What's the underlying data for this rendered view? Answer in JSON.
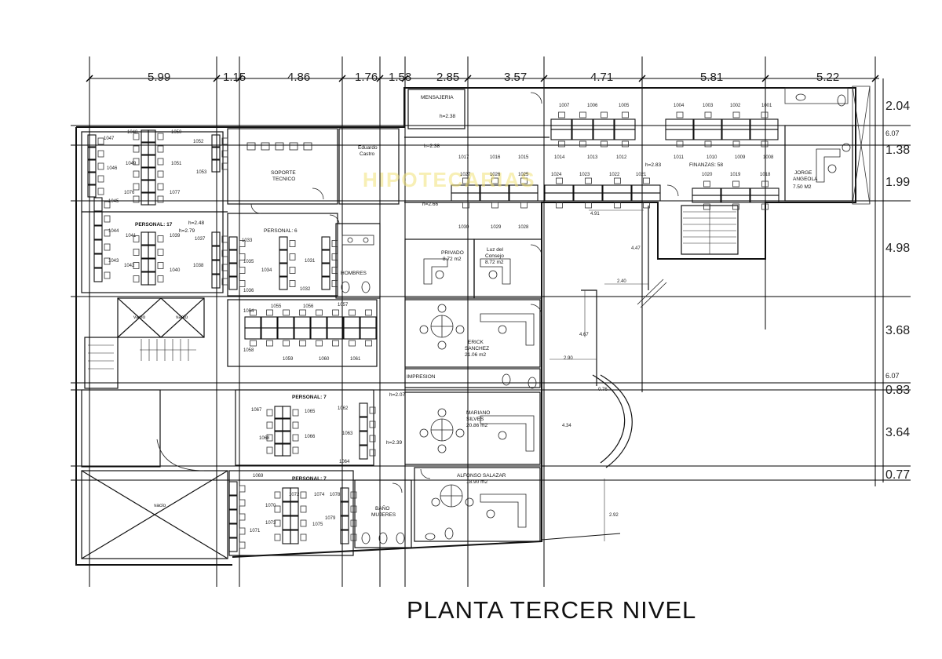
{
  "title": "PLANTA TERCER NIVEL",
  "watermark": "HIPOTECARIAS",
  "top_dims": [
    "5.99",
    "1.15",
    "4.86",
    "1.76",
    "1.53",
    "2.85",
    "3.57",
    "4.71",
    "5.81",
    "5.22"
  ],
  "right_dims": [
    "2.04",
    "6.07",
    "1.38",
    "1.99",
    "4.98",
    "3.68",
    "6.07",
    "0.83",
    "3.64",
    "0.77"
  ],
  "inner_dims": [
    "4.91",
    "4.47",
    "2.40",
    "4.67",
    "2.90",
    "0.76",
    "4.34",
    "2.92"
  ],
  "heights": [
    "h=2.38",
    "h=2.38",
    "h=2.66",
    "h=2.48",
    "h=2.79",
    "h=2.83",
    "h=2.07",
    "h=2.39"
  ],
  "rooms": {
    "mensajeria": "MENSAJERIA",
    "soporte": [
      "SOPORTE",
      "TECNICO"
    ],
    "eduardo": [
      "Eduardo",
      "Castro"
    ],
    "finanzas": "FINANZAS: 58",
    "jorge": [
      "JORGE",
      "ANGEOLA",
      "7.50 M2"
    ],
    "personal17": "PERSONAL: 17",
    "personal6": "PERSONAL: 6",
    "hombres": "HOMBRES",
    "privado": [
      "PRIVADO",
      "8.72 m2"
    ],
    "luz": [
      "Luz del",
      "Consejo",
      "8.72 m2"
    ],
    "erick": [
      "ERICK",
      "SANCHEZ",
      "21.06 m2"
    ],
    "impresion": "IMPRESION",
    "mariano": [
      "MARIANO",
      "SILVES",
      "20.86 m2"
    ],
    "personal7a": "PERSONAL: 7",
    "personal7b": "PERSONAL: 7",
    "alfonso": [
      "ALFONSO SALAZAR",
      "18.90 m2"
    ],
    "bano": [
      "BAÑO",
      "MUJERES"
    ],
    "vacio": [
      "vacio",
      "vacio",
      "vacio"
    ]
  },
  "desk_numbers": {
    "top_right_row1": [
      "1007",
      "1006",
      "1005",
      "1004",
      "1003",
      "1002",
      "1001"
    ],
    "top_right_row2": [
      "1017",
      "1016",
      "1015",
      "1014",
      "1013",
      "1012",
      "1011",
      "1010",
      "1009",
      "1008"
    ],
    "top_right_row3": [
      "1027",
      "1026",
      "1025",
      "1024",
      "1023",
      "1022",
      "1021",
      "1020",
      "1019",
      "1018"
    ],
    "top_right_row4": [
      "1030",
      "1029",
      "1028"
    ],
    "left_a": [
      "1047",
      "1048",
      "1050",
      "1052",
      "1049",
      "1051",
      "1046",
      "1053",
      "1076",
      "1077",
      "1045"
    ],
    "left_b": [
      "1044",
      "1041",
      "1039",
      "1037",
      "1043",
      "1042",
      "1040",
      "1038"
    ],
    "mid_a": [
      "1033",
      "1035",
      "1034",
      "1036",
      "1031",
      "1032"
    ],
    "mid_b": [
      "1054",
      "1055",
      "1056",
      "1057",
      "1058",
      "1059",
      "1060",
      "1061"
    ],
    "lower_a": [
      "1067",
      "1065",
      "1062",
      "1068",
      "1066",
      "1063",
      "1064"
    ],
    "lower_b": [
      "1069",
      "1070",
      "1072",
      "1074",
      "1078",
      "1073",
      "1075",
      "1079",
      "1071"
    ]
  }
}
